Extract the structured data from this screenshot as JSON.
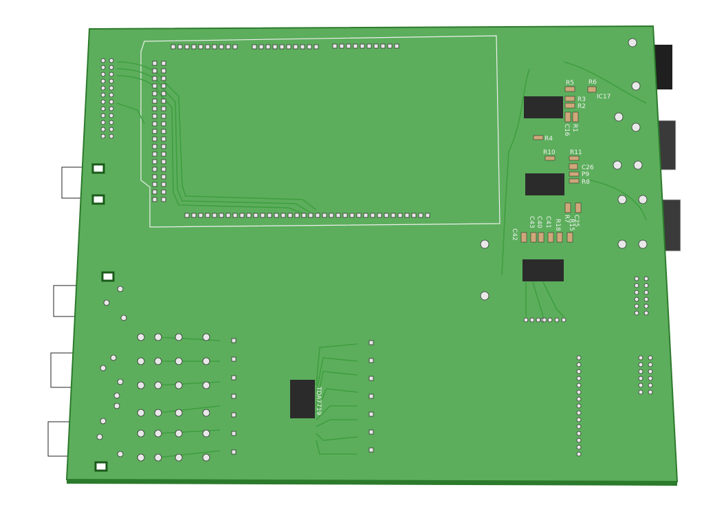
{
  "board": {
    "colors": {
      "board": "#5cae5c",
      "edge": "#2c7a2c",
      "silk": "#f2f2f2",
      "ic": "#2b2b2b",
      "pad": "#d8d8d8",
      "trace": "#3f9e3f"
    },
    "labels": {
      "R5": "R5",
      "R6": "R6",
      "R3": "R3",
      "R2": "R2",
      "C17": "IC17",
      "C16": "C16",
      "R1": "R1",
      "R4": "R4",
      "R10": "R10",
      "R11": "R11",
      "C26": "C26",
      "R9": "P9",
      "R8": "R8",
      "R7": "R7",
      "R15": "R15",
      "C25": "C25",
      "R18": "R18",
      "C42": "C42",
      "C43": "C43",
      "C40": "C40",
      "C41": "C41",
      "TDA": "TDA7719"
    }
  }
}
